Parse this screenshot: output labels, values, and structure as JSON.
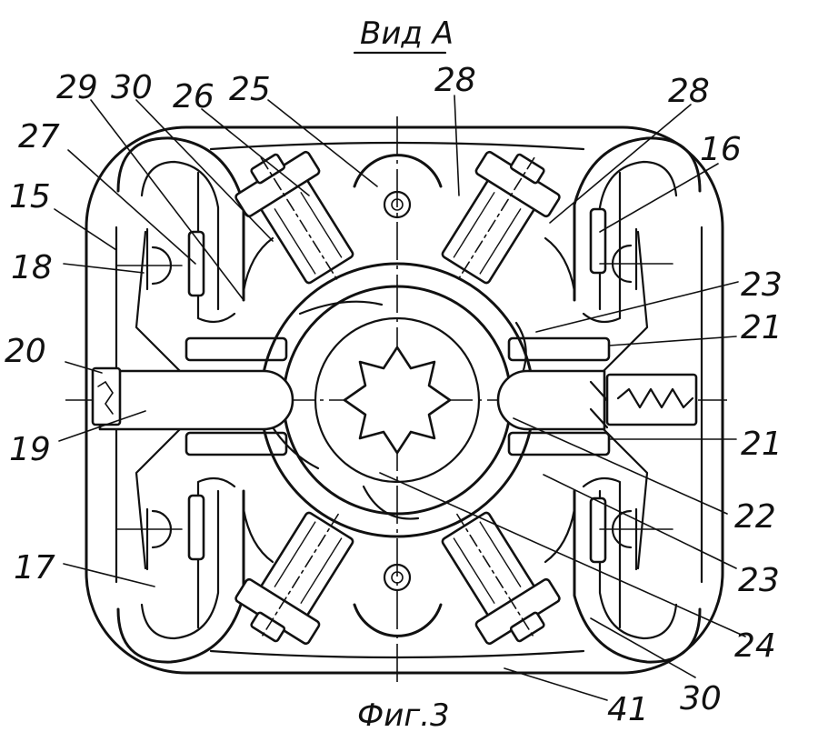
{
  "view_title": "Вид А",
  "figure_caption": "Фиг.3",
  "labels": {
    "l29": "29",
    "l30a": "30",
    "l26": "26",
    "l25": "25",
    "l28a": "28",
    "l28b": "28",
    "l16": "16",
    "l27": "27",
    "l15": "15",
    "l18": "18",
    "l23a": "23",
    "l21a": "21",
    "l20": "20",
    "l19": "19",
    "l21b": "21",
    "l22": "22",
    "l17": "17",
    "l23b": "23",
    "l24": "24",
    "l30b": "30",
    "l41": "41"
  }
}
